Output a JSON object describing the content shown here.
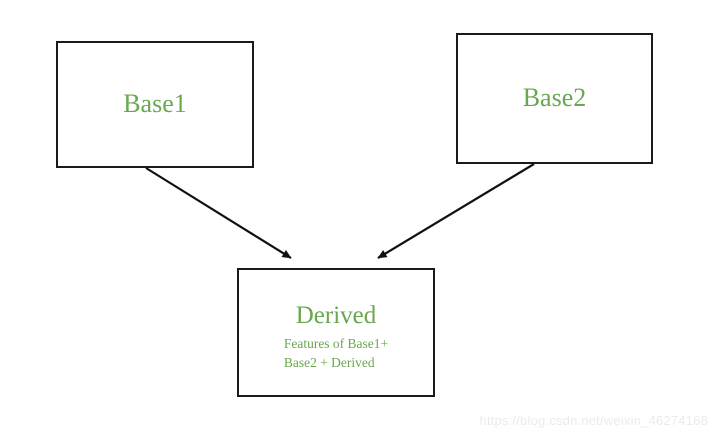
{
  "diagram": {
    "kind": "multiple-inheritance-class-diagram",
    "background_color": "#ffffff",
    "text_color": "#6aa84f",
    "stroke_color": "#1a1a1a",
    "nodes": [
      {
        "id": "base1",
        "title": "Base1",
        "subtitle_lines": []
      },
      {
        "id": "base2",
        "title": "Base2",
        "subtitle_lines": []
      },
      {
        "id": "derived",
        "title": "Derived",
        "subtitle_lines": [
          "Features of Base1+",
          "Base2 + Derived"
        ]
      }
    ],
    "edges": [
      {
        "id": "edge-base1-derived",
        "from": "base1",
        "to": "derived",
        "arrowhead": "filled-triangle"
      },
      {
        "id": "edge-base2-derived",
        "from": "base2",
        "to": "derived",
        "arrowhead": "filled-triangle"
      }
    ]
  },
  "watermark": {
    "text": "https://blog.csdn.net/weixin_46274168",
    "color": "#ebebeb"
  }
}
